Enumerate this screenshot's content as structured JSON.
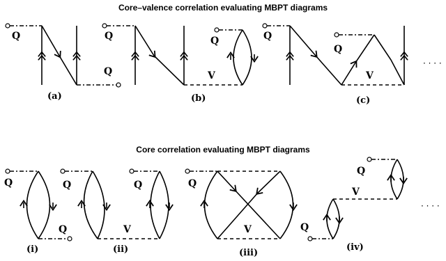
{
  "titles": {
    "core_valence": "Core–valence correlation evaluating MBPT diagrams",
    "core": "Core correlation evaluating MBPT diagrams"
  },
  "labels": {
    "Q": "Q",
    "V": "V",
    "dots": "· · · ·"
  },
  "captions": {
    "a": "(a)",
    "b": "(b)",
    "c": "(c)",
    "i": "(i)",
    "ii": "(ii)",
    "iii": "(iii)",
    "iv": "(iv)"
  }
}
